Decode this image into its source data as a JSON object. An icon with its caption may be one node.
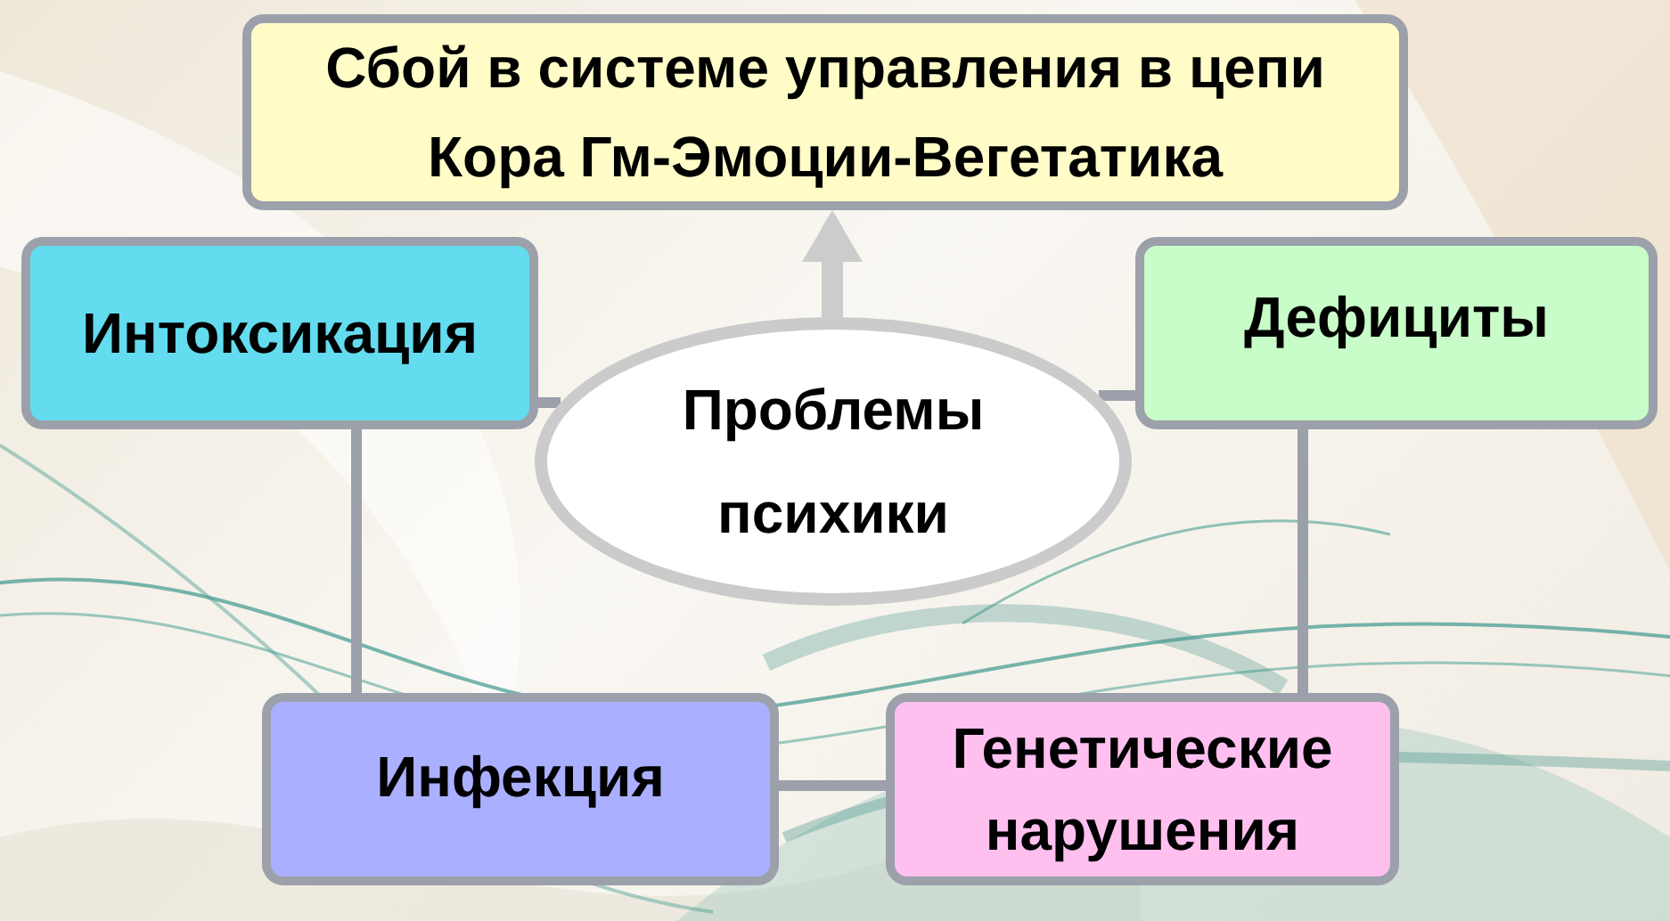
{
  "diagram": {
    "nodes": [
      {
        "text": [
          "Сбой в системе управления в цепи Кора Гм-Эмоции-Вегетатика"
        ]
      },
      {
        "text": [
          "Интоксикация"
        ]
      },
      {
        "text": [
          "Дефициты"
        ]
      },
      {
        "text": [
          "Проблемы психики"
        ]
      },
      {
        "text": [
          "Инфекция"
        ]
      },
      {
        "text": [
          "Генетические нарушения"
        ]
      }
    ],
    "edges": [
      {
        "from": 3,
        "to": 0,
        "arrow": "to",
        "style": "thick",
        "color": "#cccccc"
      },
      {
        "from": 1,
        "to": 3,
        "arrow": "none"
      },
      {
        "from": 2,
        "to": 3,
        "arrow": "none"
      },
      {
        "from": 1,
        "to": 4,
        "arrow": "none"
      },
      {
        "from": 2,
        "to": 5,
        "arrow": "none"
      },
      {
        "from": 4,
        "to": 5,
        "arrow": "none"
      }
    ]
  }
}
